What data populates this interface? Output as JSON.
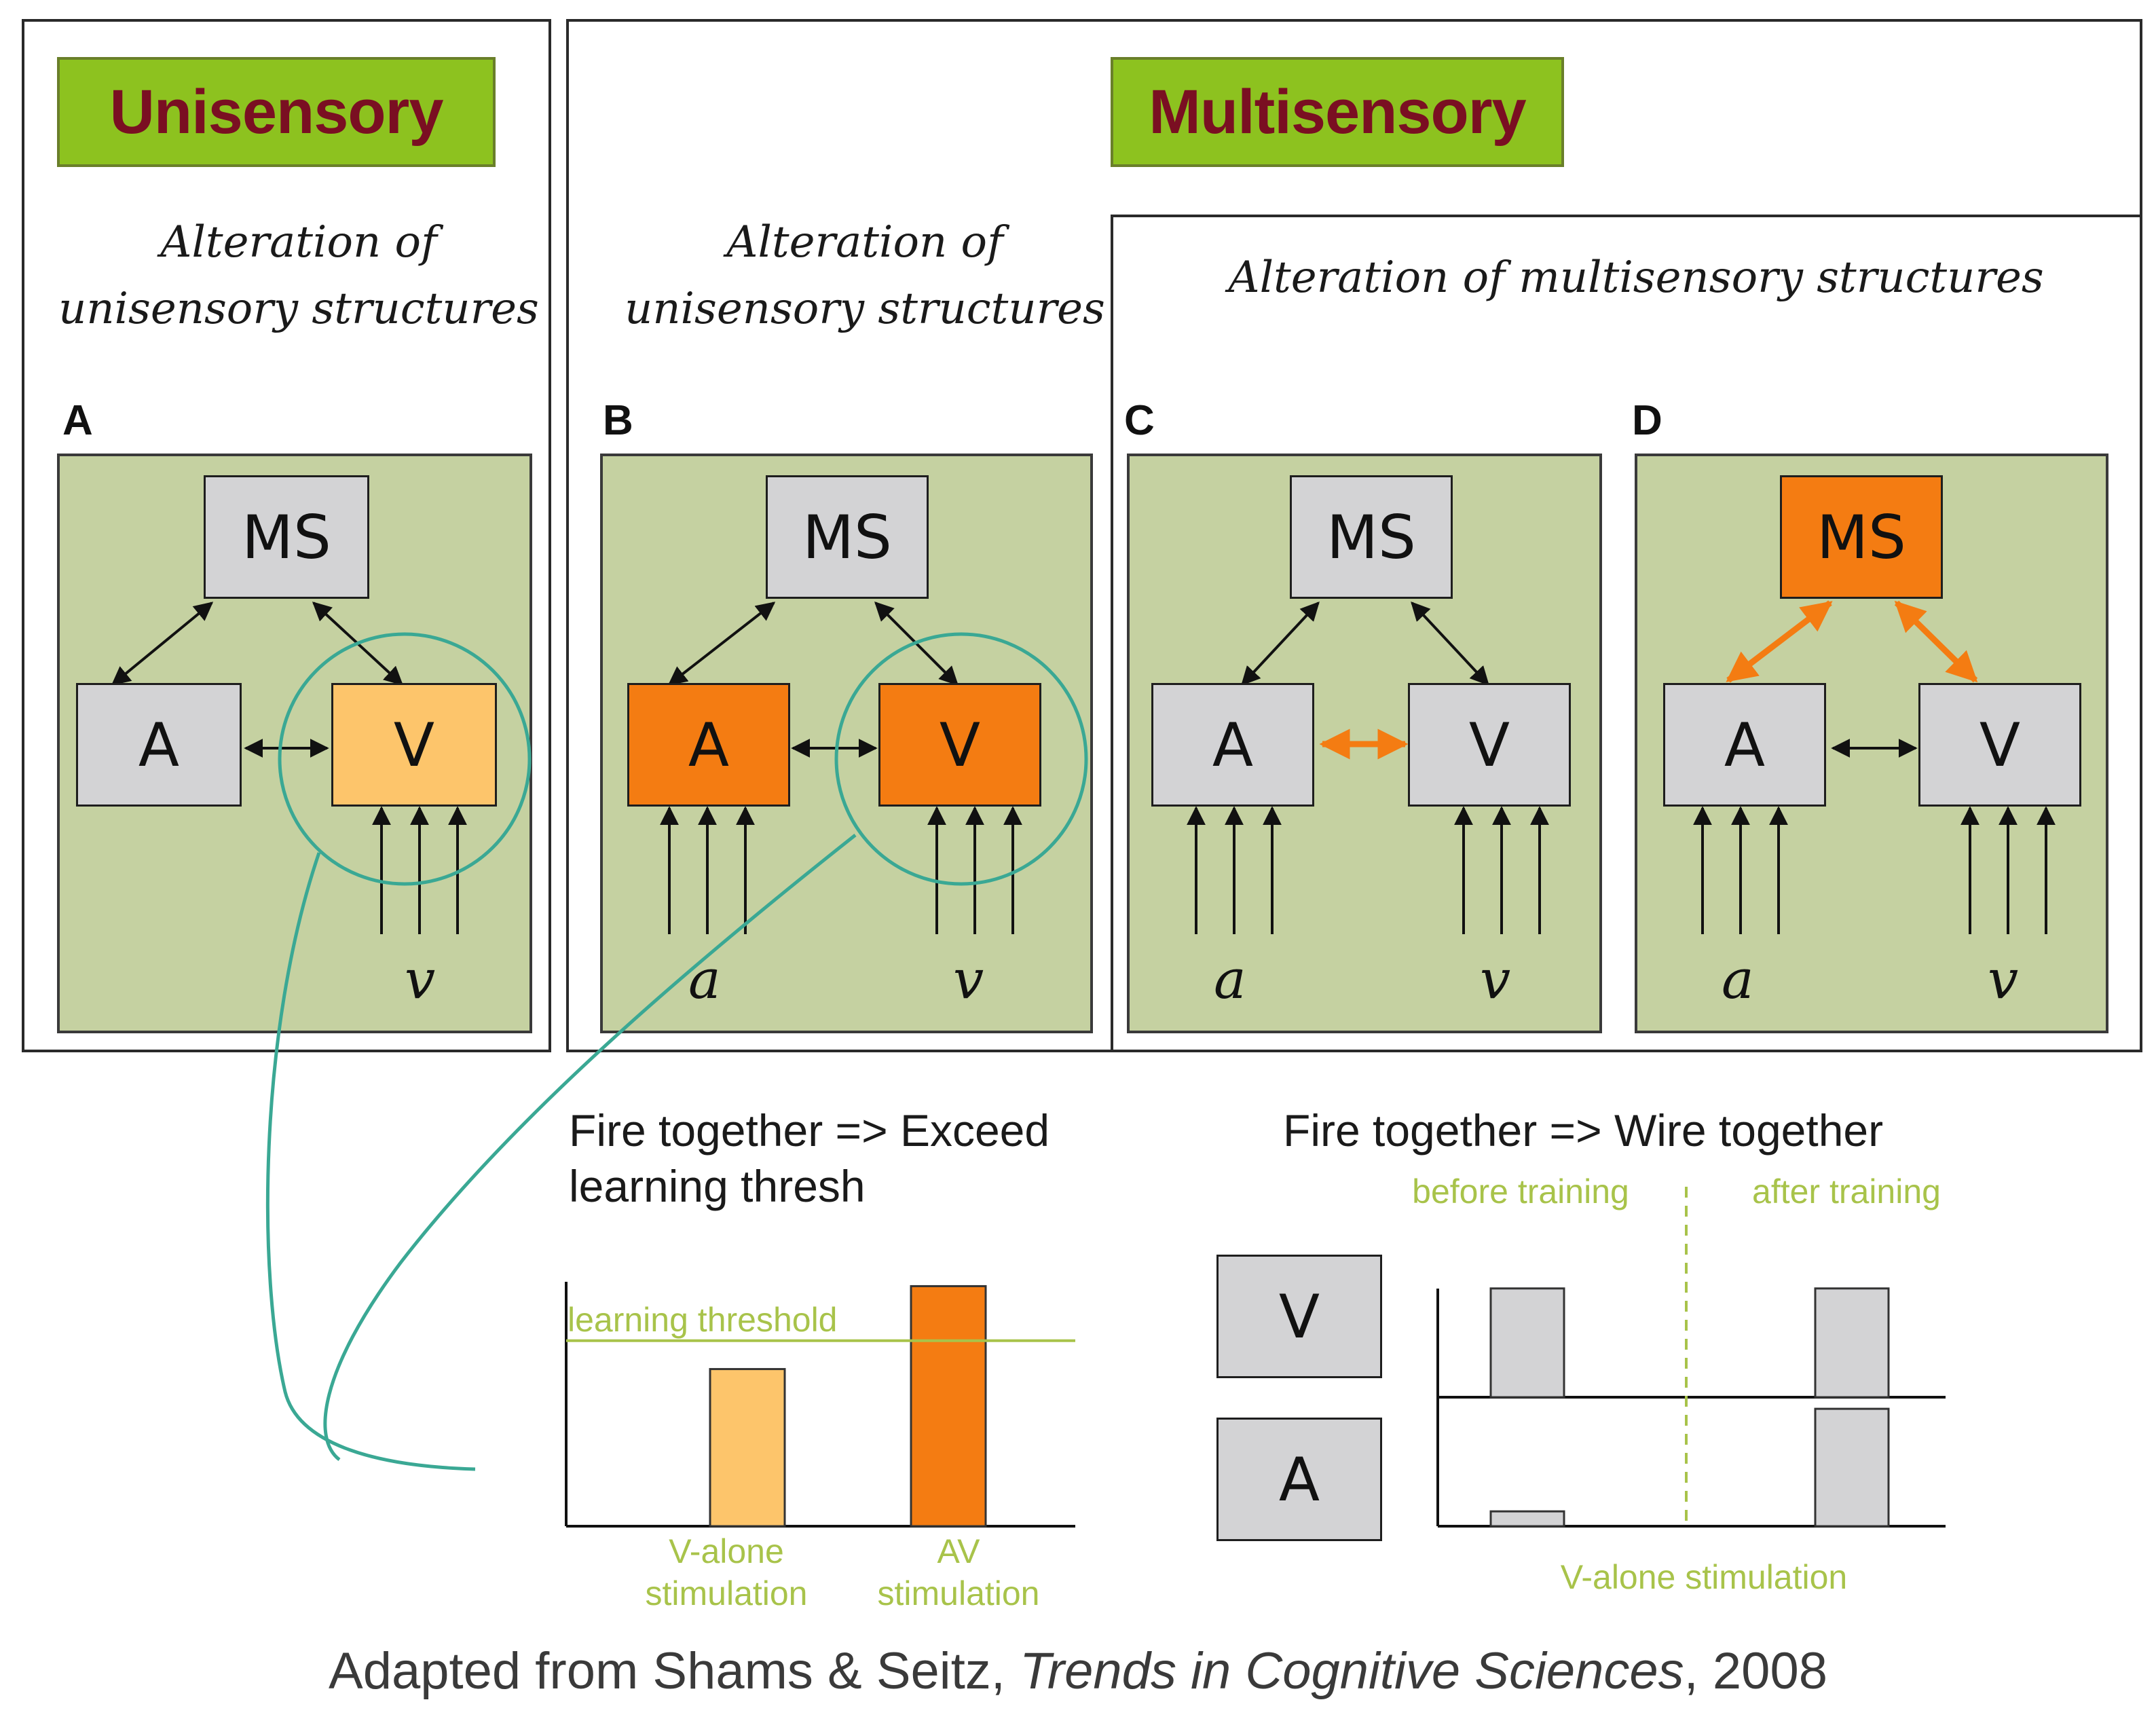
{
  "titles": {
    "unisensory": "Unisensory",
    "multisensory": "Multisensory"
  },
  "headings": {
    "alt_uni_1": "Alteration of",
    "alt_uni_2": "unisensory structures",
    "alt_multi": "Alteration of multisensory structures"
  },
  "panels": [
    {
      "label": "A",
      "ms": "MS",
      "a": "A",
      "v": "V",
      "input_a": "",
      "input_v": "v",
      "ms_state": "gray",
      "a_state": "gray",
      "v_state": "light"
    },
    {
      "label": "B",
      "ms": "MS",
      "a": "A",
      "v": "V",
      "input_a": "a",
      "input_v": "v",
      "ms_state": "gray",
      "a_state": "orange",
      "v_state": "orange"
    },
    {
      "label": "C",
      "ms": "MS",
      "a": "A",
      "v": "V",
      "input_a": "a",
      "input_v": "v",
      "ms_state": "gray",
      "a_state": "gray",
      "v_state": "gray"
    },
    {
      "label": "D",
      "ms": "MS",
      "a": "A",
      "v": "V",
      "input_a": "a",
      "input_v": "v",
      "ms_state": "orange",
      "a_state": "gray",
      "v_state": "gray"
    }
  ],
  "captions": {
    "fire_exceed_1": "Fire together => Exceed",
    "fire_exceed_2": "learning thresh",
    "fire_wire": "Fire together => Wire together"
  },
  "chart_data": [
    {
      "type": "bar",
      "categories": [
        "V-alone stimulation",
        "AV stimulation"
      ],
      "values": [
        0.72,
        1.1
      ],
      "threshold": 0.85,
      "threshold_label": "learning threshold",
      "category_lines": [
        [
          "V-alone",
          "stimulation"
        ],
        [
          "AV",
          "stimulation"
        ]
      ],
      "colors": [
        "#fdc56b",
        "#f47c12"
      ],
      "ylim": [
        0,
        1.12
      ]
    },
    {
      "type": "bar",
      "phases": [
        "before training",
        "after training"
      ],
      "rows": [
        "V",
        "A"
      ],
      "xlabel": "V-alone stimulation",
      "series": [
        {
          "row": "V",
          "values": [
            0.9,
            0.9
          ]
        },
        {
          "row": "A",
          "values": [
            0.12,
            0.95
          ]
        }
      ],
      "ylim": [
        0,
        1
      ]
    }
  ],
  "footer": {
    "prefix": "Adapted from Shams & Seitz, ",
    "journal": "Trends in Cognitive Sciences",
    "suffix": ", 2008"
  },
  "colors": {
    "panel_bg": "#c5d1a1",
    "node_gray": "#d3d3d5",
    "node_light_orange": "#fdc56b",
    "node_orange": "#f47c12",
    "teal": "#3aa894",
    "title_green": "#8dc21f",
    "title_text": "#7a0f22",
    "chart_green": "#a8c34a"
  }
}
